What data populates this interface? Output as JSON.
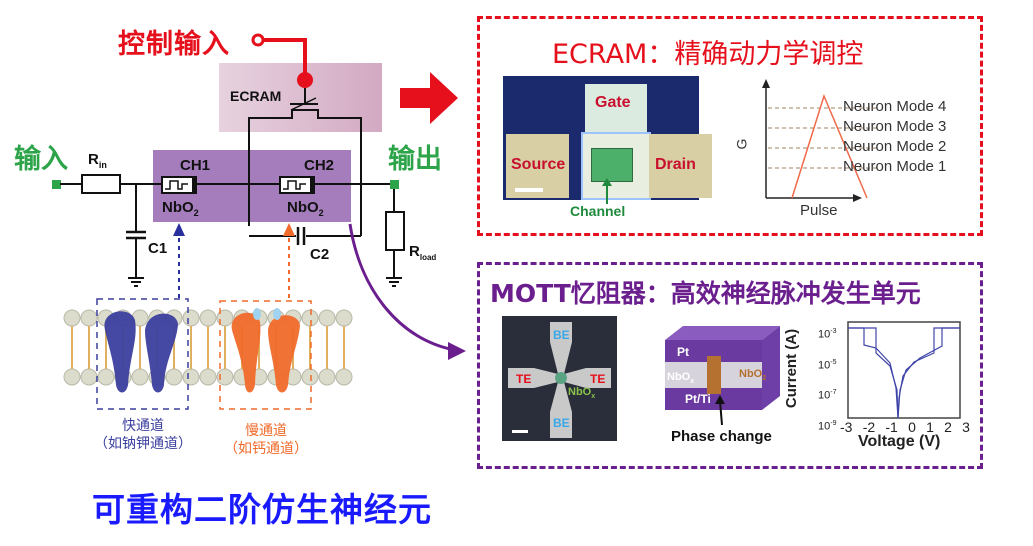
{
  "circuit": {
    "control_input": "控制输入",
    "input": "输入",
    "output": "输出",
    "ecram": "ECRAM",
    "r_in": "R",
    "r_in_sub": "in",
    "ch1": "CH1",
    "ch2": "CH2",
    "nbo2_a": "NbO",
    "nbo2_b": "NbO",
    "sub2": "2",
    "c1": "C1",
    "c2": "C2",
    "r_load": "R",
    "r_load_sub": "load"
  },
  "channels": {
    "fast_line1": "快通道",
    "fast_line2": "（如钠钾通道）",
    "slow_line1": "慢通道",
    "slow_line2": "（如钙通道）"
  },
  "bottom_title": "可重构二阶仿生神经元",
  "ecram_panel": {
    "title": "ECRAM：精确动力学调控",
    "gate": "Gate",
    "source": "Source",
    "drain": "Drain",
    "channel": "Channel",
    "y_axis": "G",
    "x_axis": "Pulse",
    "modes": [
      "Neuron Mode 4",
      "Neuron Mode 3",
      "Neuron Mode 2",
      "Neuron Mode 1"
    ]
  },
  "mott_panel": {
    "title": "MOTT忆阻器：高效神经脉冲发生单元",
    "be_top": "BE",
    "be_bottom": "BE",
    "te_left": "TE",
    "te_right": "TE",
    "nbox": "NbO",
    "nbox_sub": "x",
    "pt": "Pt",
    "ptti": "Pt/Ti",
    "nbox_layer": "NbO",
    "nbo2_layer": "NbO",
    "phase_change": "Phase change",
    "iv_ylabel": "Current (A)",
    "iv_xlabel": "Voltage (V)",
    "iv_yticks": [
      "10",
      "10",
      "10",
      "10"
    ],
    "iv_yexp": [
      "-3",
      "-5",
      "-7",
      "-9"
    ],
    "iv_xticks": [
      "-3",
      "-2",
      "-1",
      "0",
      "1",
      "2",
      "3"
    ]
  },
  "colors": {
    "red": "#e5101c",
    "green": "#2ea44a",
    "purple": "#6b1f8e",
    "blue": "#1a1aff",
    "fast": "#3b3f9e",
    "slow": "#f06a2a"
  }
}
